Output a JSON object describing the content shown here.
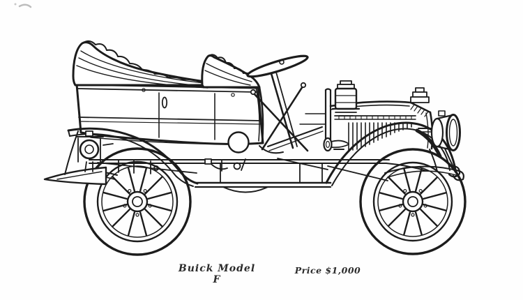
{
  "page": {
    "background_color": "#fefefe",
    "ink_color": "#1c1c1c",
    "kind": "printed catalog page with line engraving"
  },
  "illustration": {
    "subject": "Early brass-era Buick Model F touring car, side elevation line drawing facing right",
    "parts": [
      "rear tufted seat",
      "front tufted seat",
      "steering wheel",
      "control levers",
      "cowl lamp",
      "radiator cap",
      "hood louvers",
      "radiator",
      "headlamp",
      "bulb horn",
      "front fender",
      "rear fender",
      "running board",
      "chassis frame",
      "leaf springs",
      "rear lamp",
      "rear frame horn",
      "rear wheel",
      "front wheel",
      "side porthole cover",
      "door handle"
    ]
  },
  "caption": {
    "model_label": "Buick Model F",
    "price_label": "Price $1,000"
  }
}
